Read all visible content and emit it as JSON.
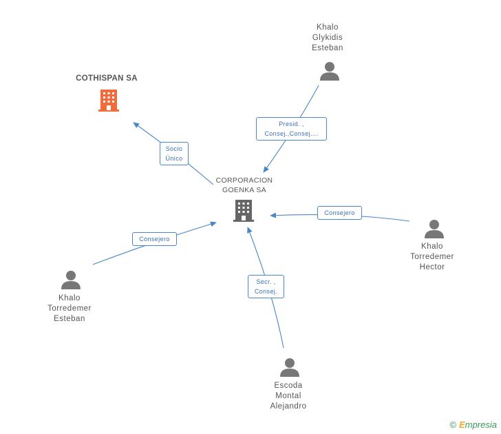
{
  "nodes": {
    "cothispan": {
      "lines": [
        "COTHISPAN SA"
      ],
      "color": "#f26b3a"
    },
    "goenka": {
      "lines": [
        "CORPORACION",
        "GOENKA SA"
      ],
      "color": "#666666"
    },
    "glykidis": {
      "lines": [
        "Khalo",
        "Glykidis",
        "Esteban"
      ]
    },
    "hector": {
      "lines": [
        "Khalo",
        "Torredemer",
        "Hector"
      ]
    },
    "esteban_t": {
      "lines": [
        "Khalo",
        "Torredemer",
        "Esteban"
      ]
    },
    "escoda": {
      "lines": [
        "Escoda",
        "Montal",
        "Alejandro"
      ]
    }
  },
  "edges": {
    "socio": [
      "Socio",
      "Único"
    ],
    "presid": [
      "Presid. ,",
      "Consej.,Consej...."
    ],
    "consejero_hector": [
      "Consejero"
    ],
    "consejero_esteban": [
      "Consejero"
    ],
    "secr": [
      "Secr. ,",
      "Consej."
    ]
  },
  "colors": {
    "edge": "#4a86c8",
    "person": "#777777"
  },
  "footer": {
    "copyright_symbol": "©",
    "brand_first": "E",
    "brand_rest": "mpresia"
  }
}
